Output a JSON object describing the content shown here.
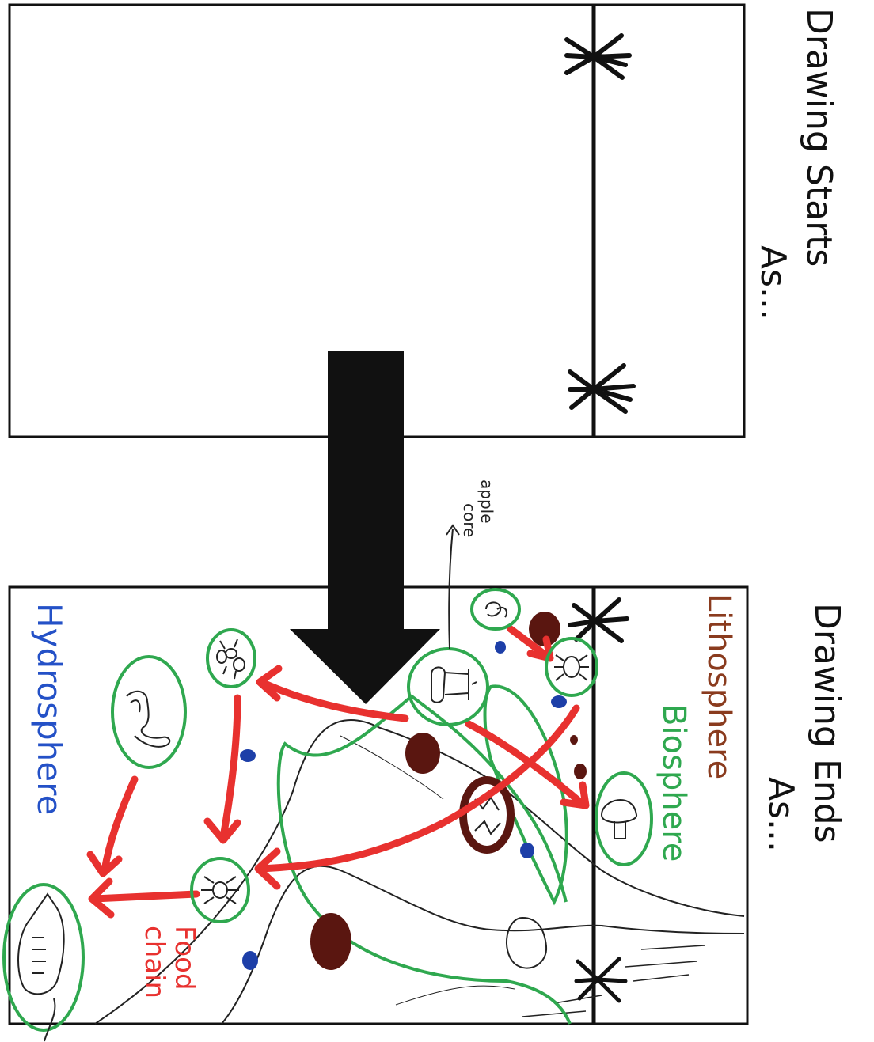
{
  "panels": {
    "start": {
      "caption_line1": "Drawing Starts",
      "caption_line2": "As..."
    },
    "end": {
      "caption_line1": "Drawing Ends",
      "caption_line2": "As..."
    }
  },
  "labels": {
    "lithosphere": "Lithosphere",
    "biosphere": "Biosphere",
    "hydrosphere": "Hydrosphere",
    "food_chain_line1": "Food",
    "food_chain_line2": "chain",
    "apple_core_line1": "apple",
    "apple_core_line2": "core"
  },
  "colors": {
    "ink": "#111111",
    "food_chain": "#e8312f",
    "biosphere": "#2fa84f",
    "lithosphere": "#8a3b1e",
    "hydrosphere": "#2451c7",
    "soil": "#5a1610",
    "water_drop": "#1d3fa8"
  }
}
